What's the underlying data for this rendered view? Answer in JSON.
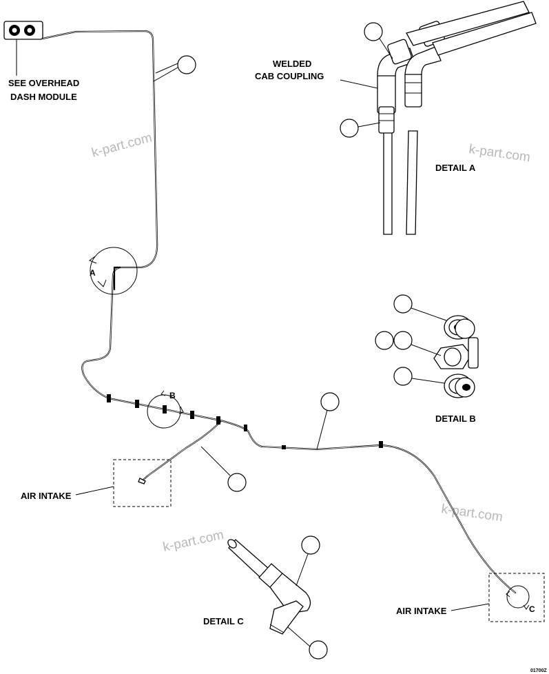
{
  "labels": {
    "see_overhead_1": "SEE OVERHEAD",
    "see_overhead_2": "DASH MODULE",
    "welded_1": "WELDED",
    "welded_2": "CAB COUPLING",
    "detail_a": "DETAIL A",
    "detail_b": "DETAIL B",
    "detail_c": "DETAIL C",
    "air_intake_left": "AIR INTAKE",
    "air_intake_right": "AIR INTAKE"
  },
  "detail_letters": {
    "a": "A",
    "b": "B",
    "c": "C"
  },
  "watermarks": [
    "k-part.com",
    "k-part.com",
    "k-part.com",
    "k-part.com"
  ],
  "drawing_code": "01700Z"
}
